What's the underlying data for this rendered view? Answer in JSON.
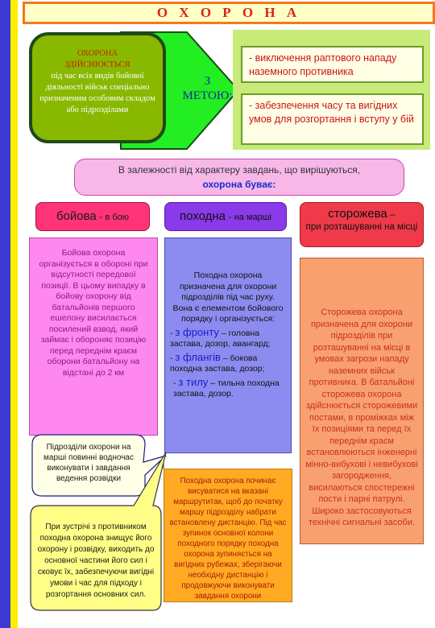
{
  "title": "О Х О Р О Н А",
  "left_box": {
    "line1": "ОХОРОНА",
    "line2": "ЗДІЙСНЮЄТЬСЯ",
    "rest": "під час всіх видів бойової діяльності військ спеціально призначеним особовим складом або підрозділами"
  },
  "meta_label": {
    "line1": "З",
    "line2": "МЕТОЮ:"
  },
  "goals": [
    "- виключення раптового нападу наземного противника",
    "- забезпечення часу та вигідних умов для розгортання і вступу у бій"
  ],
  "depends": {
    "line1": "В залежності від характеру завдань, що вирішуються,",
    "line2": "охорона буває:"
  },
  "types": [
    {
      "main": "бойова",
      "sep": " - ",
      "sub": "в бою",
      "color": "#ff3377"
    },
    {
      "main": "походна",
      "sep": " - ",
      "sub": "на марші",
      "color": "#8a3ae8"
    },
    {
      "main": "сторожева",
      "sep": " –",
      "sub": "при розташуванні на місці",
      "color": "#f03a4a"
    }
  ],
  "combat_text": "Бойова охорона організується в обороні при відсутності передової позиції. В цьому випадку в бойову охорону від батальйонів першого ешелону висилається посилений взвод, який займає і обороняє позицію перед переднім краєм оборони батальйону на відстані до 2 км",
  "march_text": {
    "intro": "Походна охорона призначена для охорони підрозділів під час руху.",
    "element": "Вона є елементом бойового порядку і організується:",
    "items": [
      {
        "lead": "з фронту",
        "rest": "головна застава, дозор, авангард;"
      },
      {
        "lead": "з флангів",
        "rest": "бокова походна застава, дозор;"
      },
      {
        "lead": "з тилу",
        "rest": "тильна походна застава, дозор."
      }
    ]
  },
  "guard_text": "Сторожева охорона призначена для охорони підрозділів при розташуванні на місці в умовах загрози нападу наземних військ противника. В батальйоні сторожева охорона здійснюється сторожевими постами, в проміжках між їх позиціями та перед їх переднім краєм встановлюються інженерні мінно-вибухові і невибухові загородження, висилаються спостережні пости і парні патрулі. Широко застосовуються технічні сигнальні засоби.",
  "callout1": "Підрозділи охорони на марші повинні водночас виконувати і завдання ведення розвідки",
  "callout2": "При зустрічі з противником походна охорона знищує його охорону і розвідку, виходить до основної частини його сил і сковує їх, забезпечуючи вигідні умови і час для підходу і розгортання основних сил.",
  "march_start_text": "Походна охорона починає висуватися на вказані маршрутитак, щоб до початку маршу підрозділу набрати встановлену дистанцію. Під час зупинок основної колони походного порядку походна охорона зупиняється на вигідних рубежах, зберігаючи необхідну дистанцію і продовжуючи виконувати завдання охорони"
}
